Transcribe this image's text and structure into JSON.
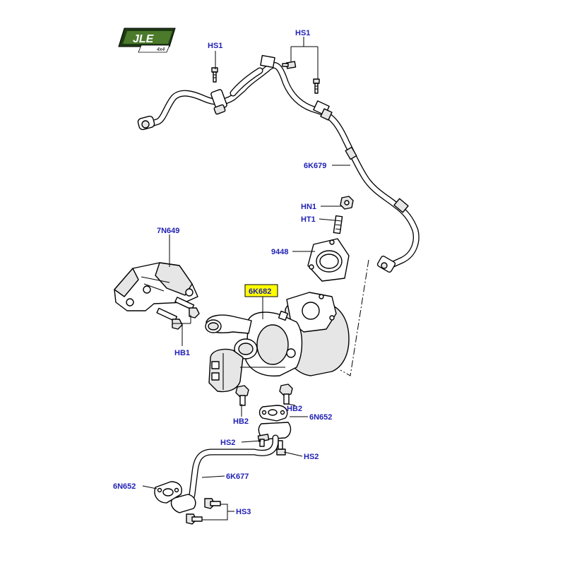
{
  "logo": {
    "text": "JLE",
    "sub": "4x4",
    "colors": {
      "dark": "#1e3a14",
      "mid": "#4a7a2a"
    }
  },
  "highlight_color": "#ffff00",
  "label_color": "#1f1fb4",
  "labels": {
    "hs1_left": "HS1",
    "hs1_right": "HS1",
    "p6k679": "6K679",
    "hn1": "HN1",
    "ht1": "HT1",
    "p9448": "9448",
    "p7n649": "7N649",
    "p6k682": "6K682",
    "hb1": "HB1",
    "hb2_left": "HB2",
    "hb2_right": "HB2",
    "p6n652_right": "6N652",
    "hs2_left": "HS2",
    "hs2_right": "HS2",
    "p6k677": "6K677",
    "p6n652_left": "6N652",
    "hs3": "HS3"
  }
}
